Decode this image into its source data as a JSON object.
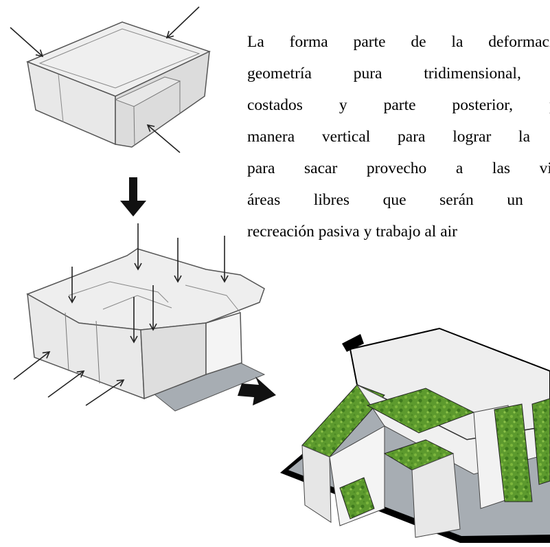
{
  "text": {
    "lines": [
      "La forma parte de la deformación",
      "geometría pura tridimensional, c",
      "costados y parte posterior, par",
      "manera vertical para lograr la m",
      "para sacar provecho a las vista",
      "áreas libres que serán un es",
      "recreación pasiva y trabajo al air"
    ]
  },
  "colors": {
    "face_light": "#f2f2f2",
    "face_mid": "#e3e3e3",
    "face_dark": "#d6d6d6",
    "floor": "#a7adb3",
    "grass": "#5d9a2e",
    "outline": "#000000"
  },
  "icons": [
    "arrow-down-icon",
    "arrow-right-icon",
    "force-arrow-icon"
  ]
}
